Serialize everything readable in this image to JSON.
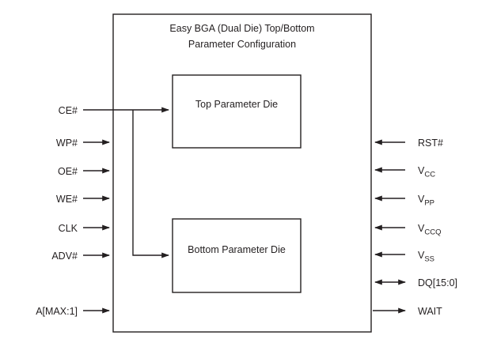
{
  "diagram": {
    "title_line1": "Easy BGA (Dual Die) Top/Bottom",
    "title_line2": "Parameter Configuration",
    "package_block_name": "easy-bga-package",
    "colors": {
      "stroke": "#231f20",
      "fill": "#ffffff",
      "background": "#ffffff"
    },
    "dies": [
      {
        "label": "Top Parameter Die"
      },
      {
        "label": "Bottom Parameter Die"
      }
    ],
    "left_pins": [
      {
        "label": "CE#",
        "direction": "input"
      },
      {
        "label": "WP#",
        "direction": "input"
      },
      {
        "label": "OE#",
        "direction": "input"
      },
      {
        "label": "WE#",
        "direction": "input"
      },
      {
        "label": "CLK",
        "direction": "input"
      },
      {
        "label": "ADV#",
        "direction": "input"
      },
      {
        "label": "A[MAX:1]",
        "direction": "input"
      }
    ],
    "right_pins": [
      {
        "label": "RST#",
        "base": "RST#",
        "sub": "",
        "direction": "input"
      },
      {
        "label": "VCC",
        "base": "V",
        "sub": "CC",
        "direction": "input"
      },
      {
        "label": "VPP",
        "base": "V",
        "sub": "PP",
        "direction": "input"
      },
      {
        "label": "VCCQ",
        "base": "V",
        "sub": "CCQ",
        "direction": "input"
      },
      {
        "label": "VSS",
        "base": "V",
        "sub": "SS",
        "direction": "input"
      },
      {
        "label": "DQ[15:0]",
        "base": "DQ[15:0]",
        "sub": "",
        "direction": "bidirectional"
      },
      {
        "label": "WAIT",
        "base": "WAIT",
        "sub": "",
        "direction": "output"
      }
    ]
  }
}
